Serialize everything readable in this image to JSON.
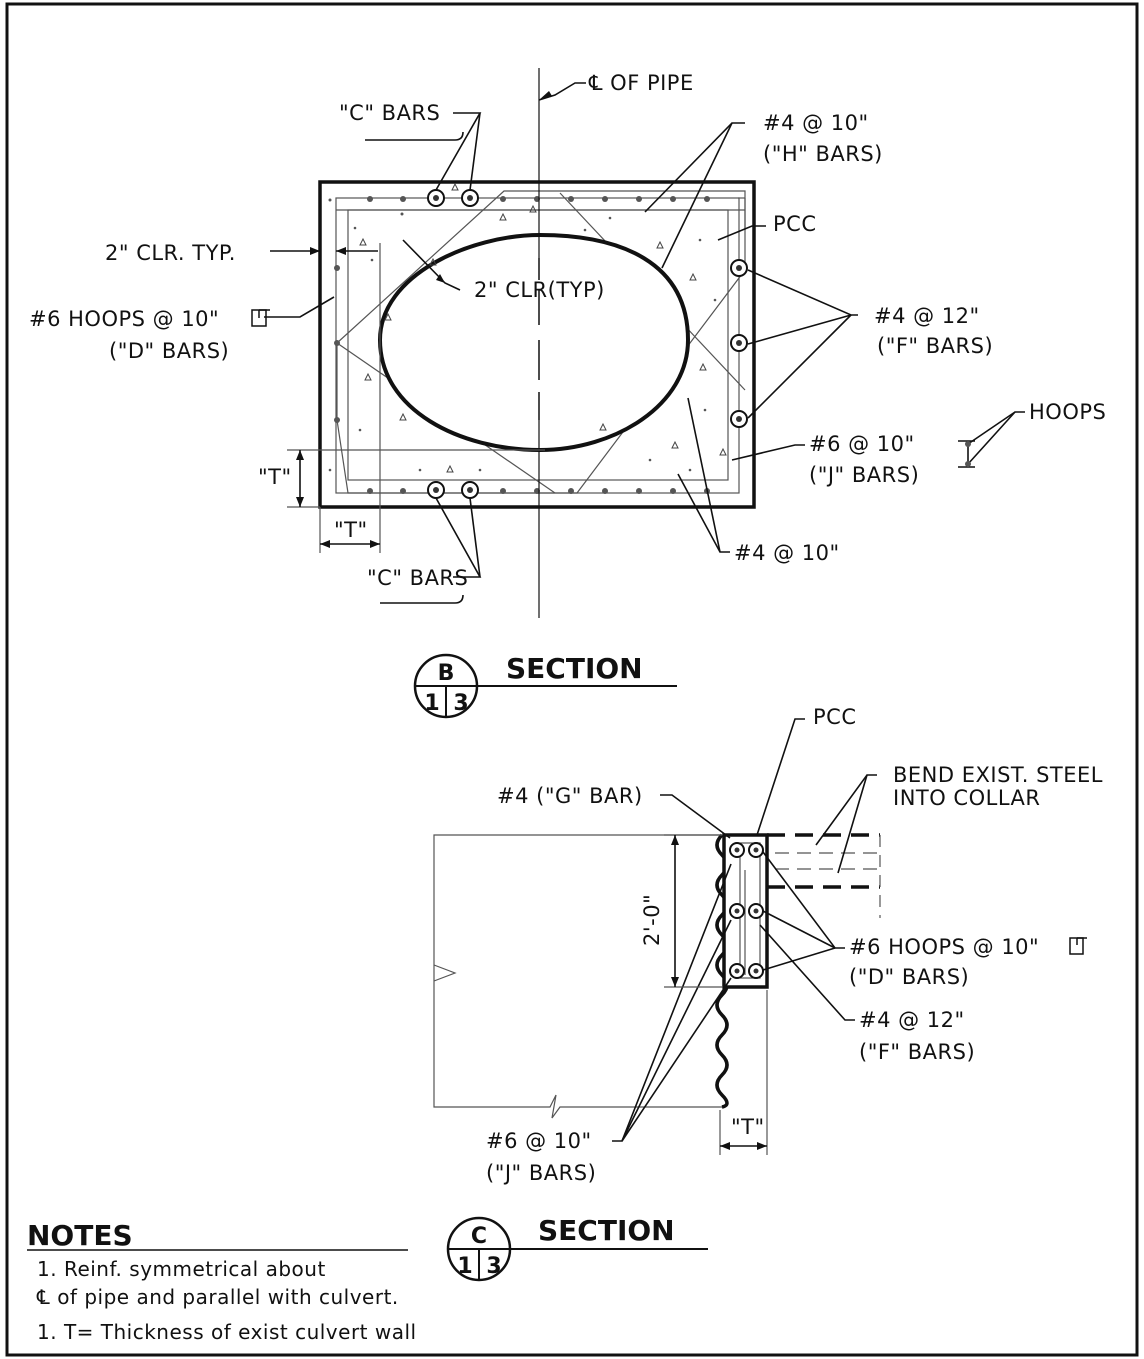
{
  "section_b": {
    "title": "SECTION",
    "letter": "B",
    "sheet_left": "1",
    "sheet_right": "3",
    "labels": {
      "centerline": "℄ OF PIPE",
      "c_bars_top": "\"C\" BARS",
      "c_bars_bottom": "\"C\" BARS",
      "h_bars_line1": "#4 @ 10\"",
      "h_bars_line2": "(\"H\" BARS)",
      "pcc": "PCC",
      "clr_typ": "2\" CLR. TYP.",
      "clr_typ_inner": "2\" CLR(TYP)",
      "d_hoops_line1": "#6 HOOPS @ 10\"",
      "d_hoops_line2": "(\"D\" BARS)",
      "f_bars_line1": "#4 @ 12\"",
      "f_bars_line2": "(\"F\" BARS)",
      "hoops": "HOOPS",
      "j_bars_line1": "#6 @ 10\"",
      "j_bars_line2": "(\"J\" BARS)",
      "bottom_bars": "#4 @ 10\"",
      "t_vertical": "\"T\"",
      "t_horizontal": "\"T\""
    }
  },
  "section_c": {
    "title": "SECTION",
    "letter": "C",
    "sheet_left": "1",
    "sheet_right": "3",
    "labels": {
      "pcc": "PCC",
      "bend_line1": "BEND EXIST. STEEL",
      "bend_line2": "INTO COLLAR",
      "g_bar": "#4 (\"G\" BAR)",
      "dim_2ft": "2'-0\"",
      "d_hoops_line1": "#6 HOOPS @ 10\"",
      "d_hoops_line2": "(\"D\" BARS)",
      "f_bars_line1": "#4 @ 12\"",
      "f_bars_line2": "(\"F\" BARS)",
      "j_bars_line1": "#6 @ 10\"",
      "j_bars_line2": "(\"J\" BARS)",
      "t_dim": "\"T\""
    }
  },
  "notes": {
    "title": "NOTES",
    "items": [
      "1. Reinf. symmetrical about",
      "℄ of pipe and parallel with culvert.",
      "1. T= Thickness of exist culvert wall"
    ]
  }
}
